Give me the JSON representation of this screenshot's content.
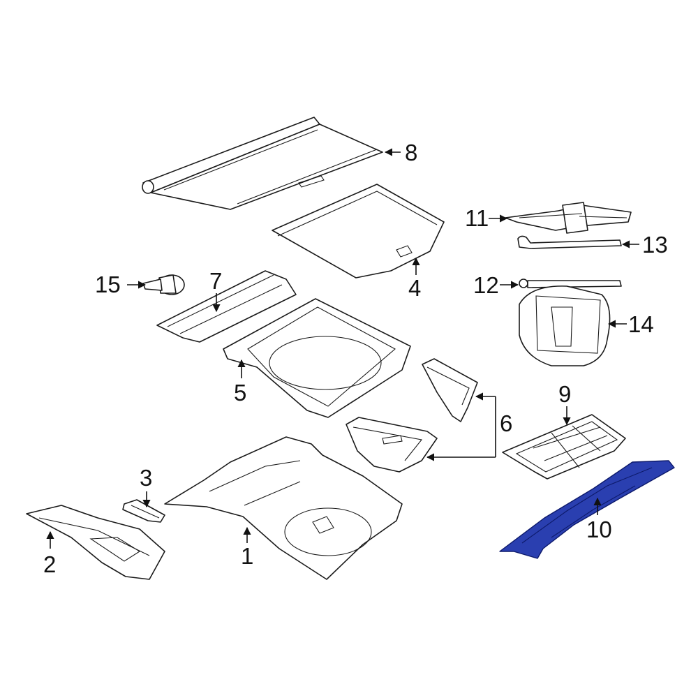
{
  "callouts": [
    {
      "id": "1",
      "text": "1"
    },
    {
      "id": "2",
      "text": "2"
    },
    {
      "id": "3",
      "text": "3"
    },
    {
      "id": "4",
      "text": "4"
    },
    {
      "id": "5",
      "text": "5"
    },
    {
      "id": "6",
      "text": "6"
    },
    {
      "id": "7",
      "text": "7"
    },
    {
      "id": "8",
      "text": "8"
    },
    {
      "id": "9",
      "text": "9"
    },
    {
      "id": "10",
      "text": "10"
    },
    {
      "id": "11",
      "text": "11"
    },
    {
      "id": "12",
      "text": "12"
    },
    {
      "id": "13",
      "text": "13"
    },
    {
      "id": "14",
      "text": "14"
    },
    {
      "id": "15",
      "text": "15"
    }
  ],
  "highlighted_part": "10",
  "colors": {
    "line": "#1a1a1a",
    "highlight": "#2a3fb0",
    "background": "#ffffff"
  }
}
